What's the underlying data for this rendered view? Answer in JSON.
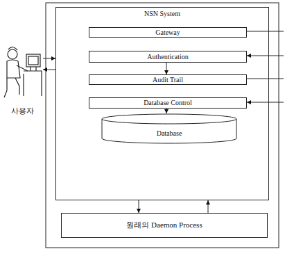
{
  "diagram": {
    "nodes": [
      {
        "text": [
          "NSN System"
        ]
      },
      {
        "text": [
          "Gateway"
        ],
        "in": 0
      },
      {
        "text": [
          "Authentication"
        ],
        "in": 0
      },
      {
        "text": [
          "Audit Trail"
        ],
        "in": 0
      },
      {
        "text": [
          "Database Control"
        ],
        "in": 0
      },
      {
        "text": [
          "Database"
        ],
        "in": 0
      },
      {
        "text": [
          "사용자"
        ]
      },
      {
        "text": [
          "원래의 Daemon Process"
        ]
      }
    ],
    "edges": [
      {
        "from": 6,
        "to": 0,
        "arrow": "to"
      },
      {
        "from": 0,
        "to": 6,
        "arrow": "to"
      },
      {
        "from": 2,
        "to": 3,
        "arrow": "to"
      },
      {
        "from": 4,
        "to": 5,
        "arrow": "to"
      },
      {
        "from": 0,
        "to": 7,
        "arrow": "to"
      },
      {
        "from": 7,
        "to": 0,
        "arrow": "to"
      }
    ]
  }
}
